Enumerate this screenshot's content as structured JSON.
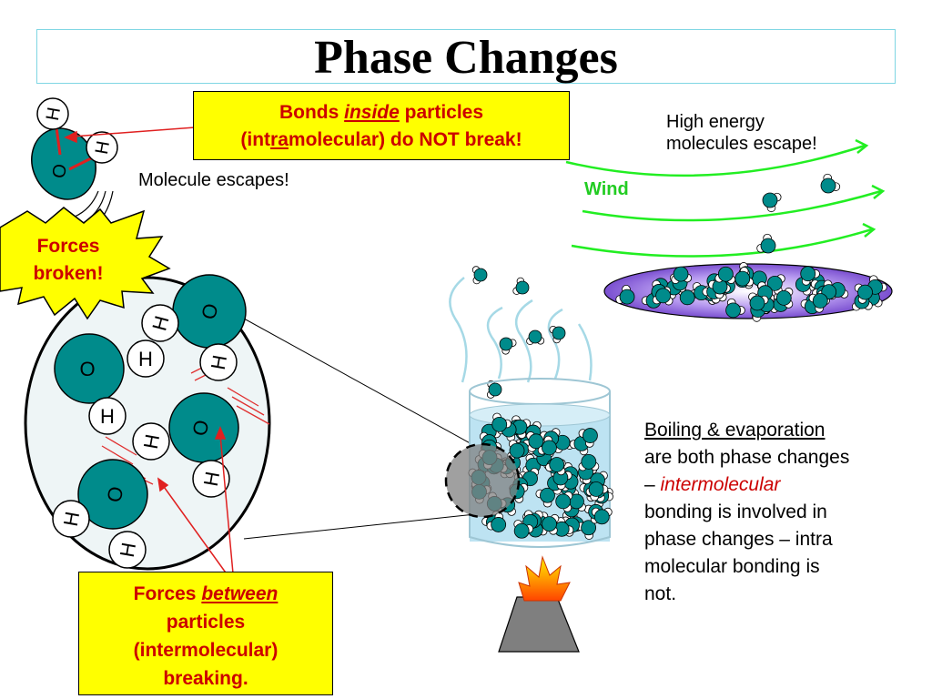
{
  "title": "Phase Changes",
  "callout_top": {
    "bonds": "Bonds",
    "inside": "inside",
    "particles": "particles",
    "intr": "(int",
    "ra": "ra",
    "rest": "molecular) do NOT break!"
  },
  "callout_bottom": {
    "forces": "Forces",
    "between": "between",
    "line2": "particles",
    "line3": "(intermolecular)",
    "line4": "breaking."
  },
  "molecule_escapes": "Molecule escapes!",
  "high_energy": {
    "line1": "High energy",
    "line2": "molecules escape!"
  },
  "wind": "Wind",
  "forces_broken": {
    "line1": "Forces",
    "line2": "broken!"
  },
  "side_note": {
    "heading": "Boiling & evaporation",
    "line2": "are both phase changes",
    "dash": "– ",
    "intermolecular": "intermolecular",
    "line4": "bonding is involved in",
    "line5": "phase changes – intra",
    "line6": "molecular bonding is",
    "line7": "not."
  },
  "atoms": {
    "oxygen": "O",
    "hydrogen": "H"
  },
  "colors": {
    "water_teal": "#008b8b",
    "wind_green": "#22ee22",
    "callout_yellow": "#ffff00",
    "text_red": "#cc0000",
    "puddle_purple": "#9b6bdc",
    "beaker_water": "#bde3f2",
    "burner_gray": "#7f7f7f"
  }
}
